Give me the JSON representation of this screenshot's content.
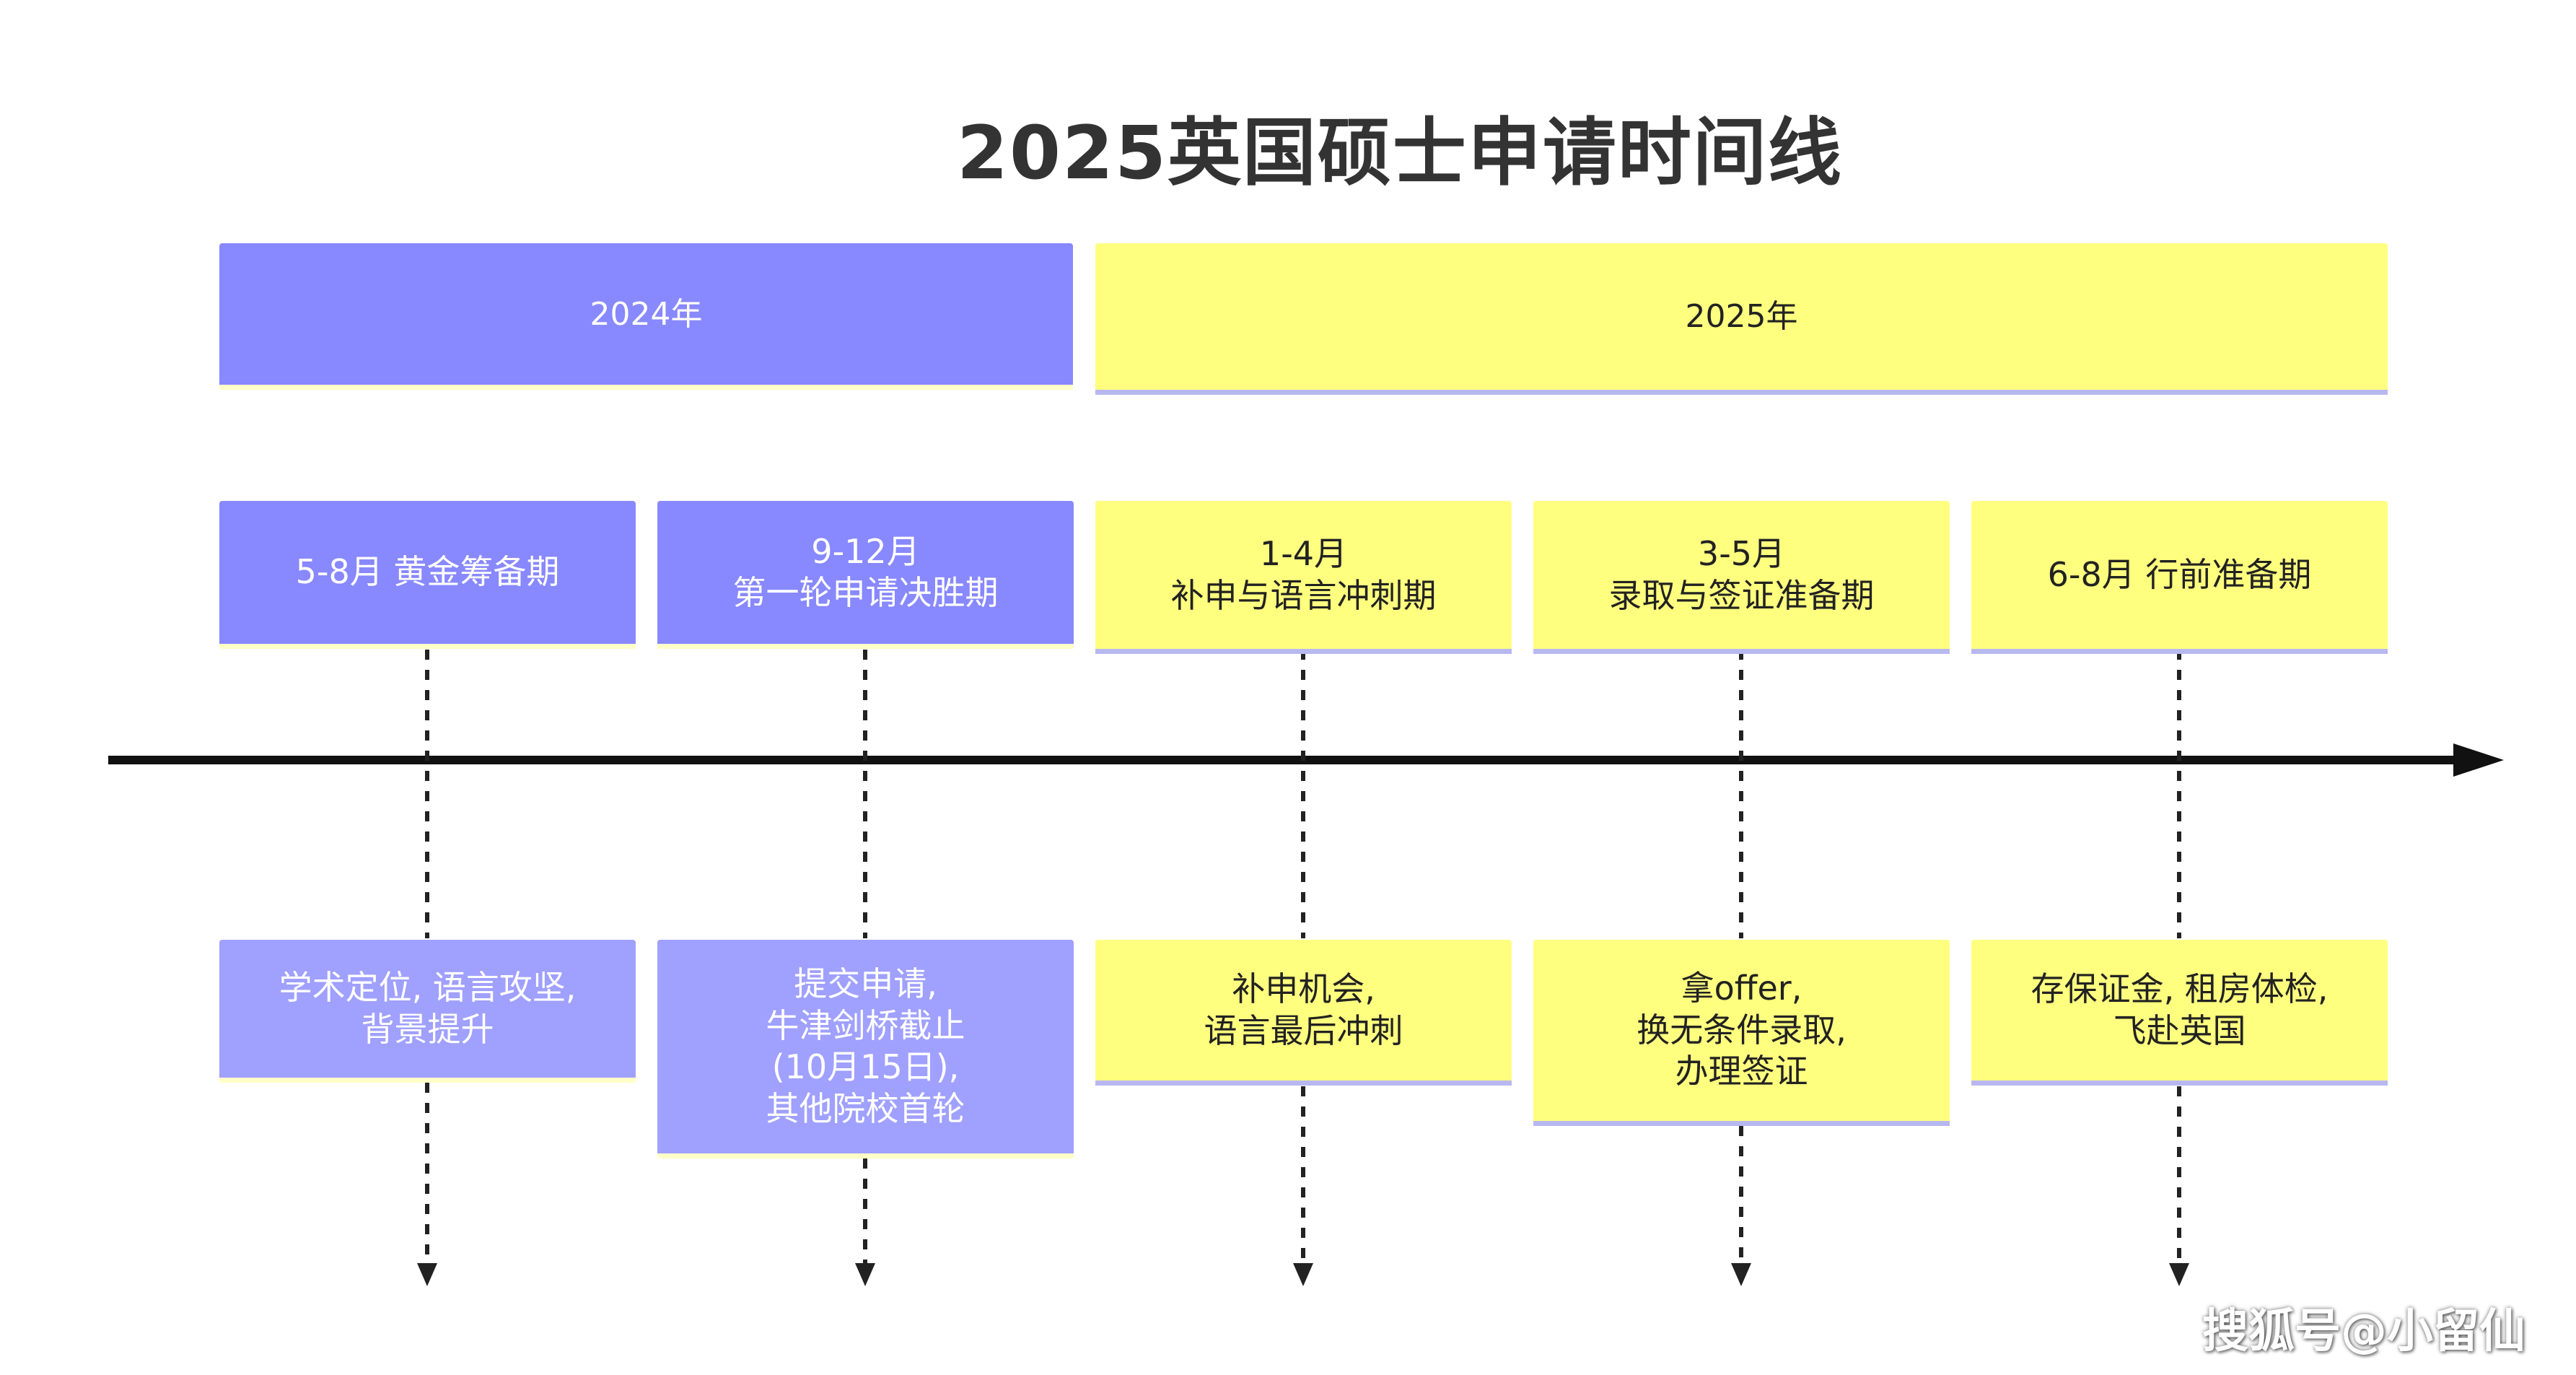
{
  "title": "2025英国硕士申请时间线",
  "colors": {
    "purple": "#8888ff",
    "light_purple": "#a0a0ff",
    "yellow": "#ffff7f",
    "axis": "#000000",
    "title": "#333333"
  },
  "years": [
    {
      "label": "2024年",
      "color": "purple"
    },
    {
      "label": "2025年",
      "color": "yellow"
    }
  ],
  "phases": [
    {
      "label": "5-8月  黄金筹备期",
      "color": "purple"
    },
    {
      "label": "9-12月\n第一轮申请决胜期",
      "color": "purple"
    },
    {
      "label": "1-4月\n补申与语言冲刺期",
      "color": "yellow"
    },
    {
      "label": "3-5月\n录取与签证准备期",
      "color": "yellow"
    },
    {
      "label": "6-8月  行前准备期",
      "color": "yellow"
    }
  ],
  "descriptions": [
    {
      "text": "学术定位, 语言攻坚,\n背景提升",
      "color": "light_purple"
    },
    {
      "text": "提交申请,\n牛津剑桥截止\n(10月15日),\n其他院校首轮",
      "color": "light_purple"
    },
    {
      "text": "补申机会,\n语言最后冲刺",
      "color": "yellow"
    },
    {
      "text": "拿offer,\n换无条件录取,\n办理签证",
      "color": "yellow"
    },
    {
      "text": "存保证金, 租房体检,\n飞赴英国",
      "color": "yellow"
    }
  ],
  "watermark": "搜狐号@小留仙",
  "arrow_icon": "arrow-right-icon"
}
